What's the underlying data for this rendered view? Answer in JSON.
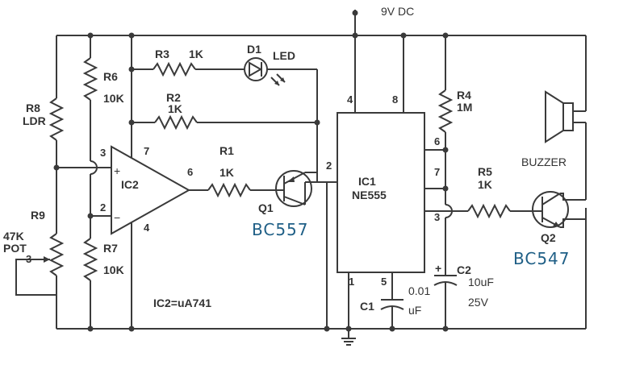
{
  "supply": {
    "label": "9V DC"
  },
  "components": {
    "r8": {
      "ref": "R8",
      "value": "LDR"
    },
    "r9": {
      "ref": "R9",
      "value": "47K",
      "value2": "POT",
      "pin": "3"
    },
    "r6": {
      "ref": "R6",
      "value": "10K"
    },
    "r7": {
      "ref": "R7",
      "value": "10K"
    },
    "r3": {
      "ref": "R3",
      "value": "1K"
    },
    "d1": {
      "ref": "D1",
      "value": "LED"
    },
    "r2": {
      "ref": "R2",
      "value": "1K"
    },
    "r1": {
      "ref": "R1",
      "value": "1K"
    },
    "ic2": {
      "ref": "IC2",
      "note": "IC2=uA741",
      "pins": {
        "p3": "3",
        "p2": "2",
        "p7": "7",
        "p4": "4",
        "p6": "6"
      }
    },
    "q1": {
      "ref": "Q1",
      "part": "BC557"
    },
    "ic1": {
      "ref": "IC1",
      "part": "NE555",
      "pins": {
        "p4": "4",
        "p8": "8",
        "p2": "2",
        "p6": "6",
        "p7": "7",
        "p3": "3",
        "p1": "1",
        "p5": "5"
      }
    },
    "r4": {
      "ref": "R4",
      "value": "1M"
    },
    "r5": {
      "ref": "R5",
      "value": "1K"
    },
    "c1": {
      "ref": "C1",
      "value": "0.01",
      "unit": "uF"
    },
    "c2": {
      "ref": "C2",
      "value": "10uF",
      "voltage": "25V"
    },
    "q2": {
      "ref": "Q2",
      "part": "BC547"
    },
    "buzzer": {
      "label": "BUZZER"
    }
  },
  "colors": {
    "wire": "#3a3a3a",
    "text": "#333333",
    "handwriting": "#1f5f86"
  }
}
